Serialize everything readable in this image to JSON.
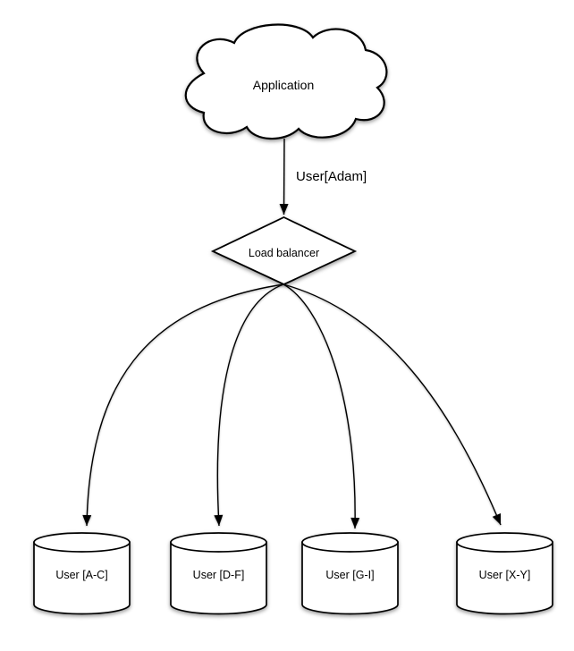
{
  "diagram": {
    "application_label": "Application",
    "request_label": "User[Adam]",
    "load_balancer_label": "Load balancer",
    "shards": [
      {
        "label": "User [A-C]"
      },
      {
        "label": "User [D-F]"
      },
      {
        "label": "User [G-I]"
      },
      {
        "label": "User [X-Y]"
      }
    ],
    "colors": {
      "stroke": "#000000",
      "shape_fill": "#ffffff",
      "background": "#ffffff"
    }
  }
}
